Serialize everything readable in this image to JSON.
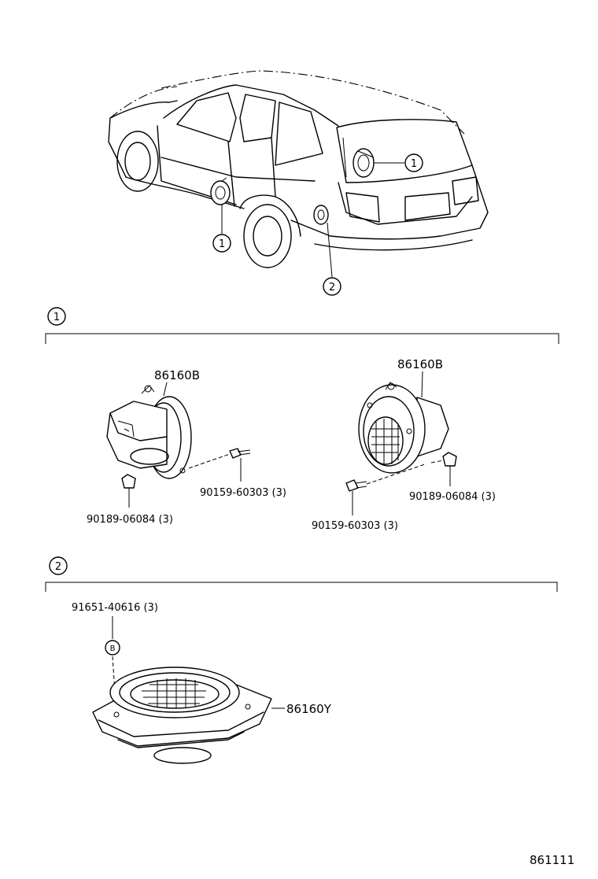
{
  "callouts": {
    "one": "1",
    "two": "2",
    "b_marker": "B"
  },
  "parts": {
    "left_speaker_part": "86160B",
    "right_speaker_part": "86160B",
    "left_screw": "90159-60303 (3)",
    "left_nut": "90189-06084 (3)",
    "right_screw": "90159-60303 (3)",
    "right_nut": "90189-06084 (3)",
    "rear_screw": "91651-40616 (3)",
    "rear_speaker_part": "86160Y"
  },
  "footer": {
    "drawing_code": "861111"
  }
}
